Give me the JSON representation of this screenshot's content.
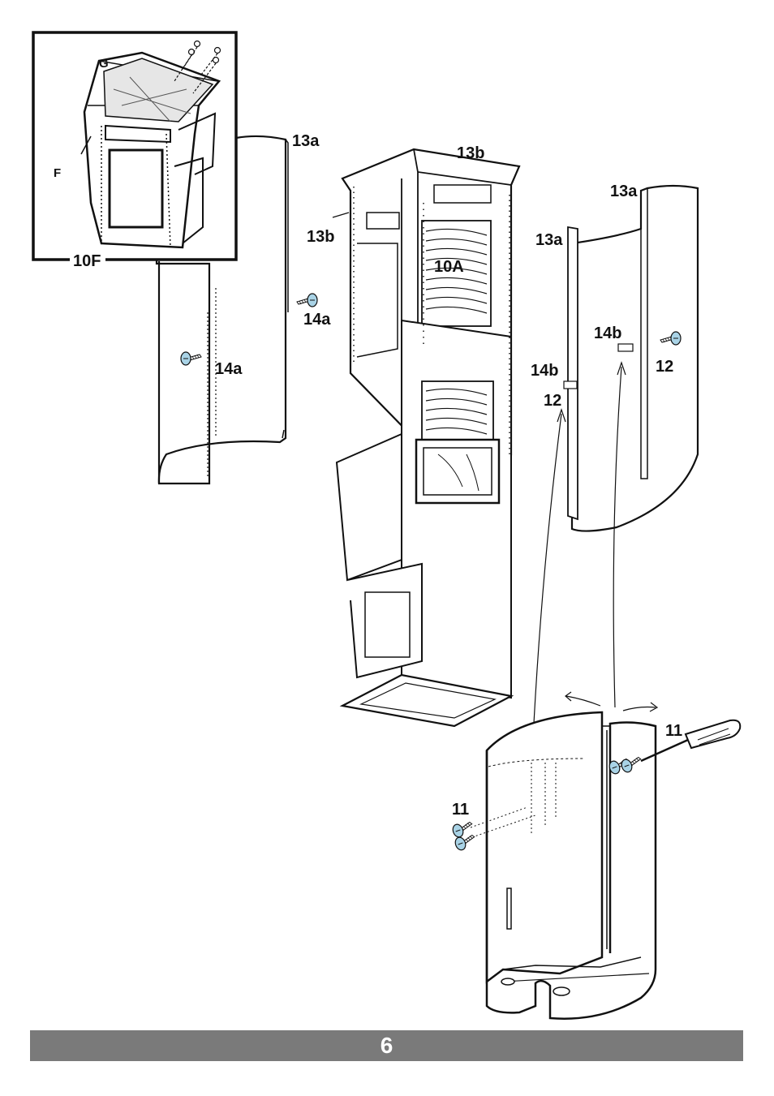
{
  "labels": {
    "g": "G",
    "f": "F",
    "l10f": "10F",
    "l13a_left": "13a",
    "l14a_top": "14a",
    "l14a_left": "14a",
    "l13b_top": "13b",
    "l13b_side": "13b",
    "l10a": "10A",
    "l13a_right_top": "13a",
    "l13a_right_mid": "13a",
    "l14b_mid": "14b",
    "l14b_left": "14b",
    "l12_right": "12",
    "l12_left": "12",
    "l11_screwdriver": "11",
    "l11_screws": "11"
  },
  "footer": {
    "page_number": "6"
  },
  "colors": {
    "line": "#111111",
    "screw": "#a9d3e6",
    "footer_bg": "#7a7a7a",
    "footer_text": "#ffffff"
  }
}
